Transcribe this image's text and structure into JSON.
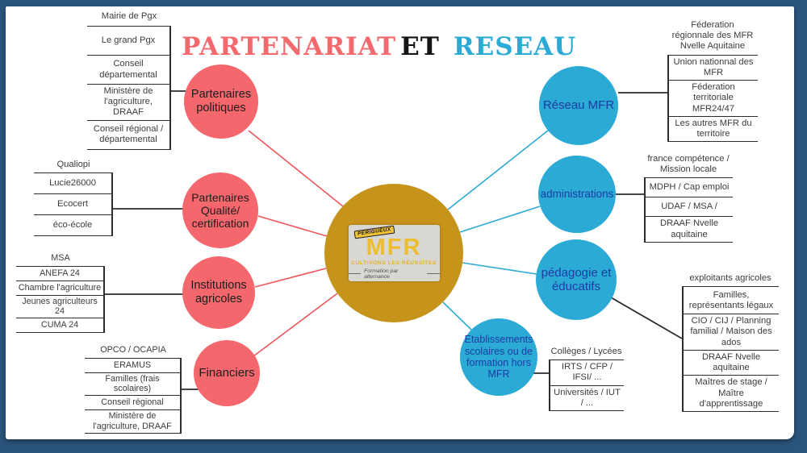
{
  "title": {
    "word1": "PARTENARIAT",
    "word2": "ET",
    "word3": "RESEAU",
    "word1_color": "#f4696e",
    "word2_color": "#141414",
    "word3_color": "#2baad5"
  },
  "center": {
    "badge": "PERIGUEUX",
    "brand": "MFR",
    "slogan": "CULTIVONS LES RÉUSSITES",
    "tagline": "Formation par alternance"
  },
  "colors": {
    "frame": "#2a547b",
    "pink_node": "#f4686d",
    "blue_node": "#2baad5",
    "blue_node_text": "#1c3da5",
    "center_gold": "#c6931b",
    "pink_line": "#f0575c",
    "blue_line": "#2baad5",
    "black_line": "#2b2b2b"
  },
  "left_nodes": [
    {
      "circle": "Partenaires politiques",
      "header": "Mairie de Pgx",
      "items": [
        "Le grand Pgx",
        "Conseil départemental",
        "Ministère de l'agriculture, DRAAF",
        "Conseil régional / départemental"
      ]
    },
    {
      "circle": "Partenaires Qualité/ certification",
      "header": "Qualiopi",
      "items": [
        "Lucie26000",
        "Ecocert",
        "éco-école"
      ]
    },
    {
      "circle": "Institutions agricoles",
      "header": "MSA",
      "items": [
        "ANEFA 24",
        "Chambre l'agriculture",
        "Jeunes agriculteurs 24",
        "CUMA 24"
      ]
    },
    {
      "circle": "Financiers",
      "header": "OPCO / OCAPIA",
      "items": [
        "ERAMUS",
        "Familles (frais scolaires)",
        "Conseil régional",
        "Ministère de l'agriculture, DRAAF"
      ]
    }
  ],
  "right_nodes": [
    {
      "circle": "Réseau MFR",
      "header": "Féderation régionnale des MFR Nvelle Aquitaine",
      "items": [
        "Union nationnal des MFR",
        "Féderation territoriale MFR24/47",
        "Les autres MFR du territoire"
      ]
    },
    {
      "circle": "administrations",
      "header": "france compétence / Mission locale",
      "items": [
        "MDPH / Cap emploi",
        "UDAF / MSA /",
        "DRAAF Nvelle aquitaine"
      ]
    },
    {
      "circle": "pédagogie et éducatifs",
      "header": "exploitants agricoles",
      "items": [
        "Familles, représentants légaux",
        "CIO / CIJ / Planning familial / Maison des ados",
        "DRAAF Nvelle aquitaine",
        "Maîtres de stage / Maître d'apprentissage"
      ]
    },
    {
      "circle": "Etablissements scolaires ou de formation hors MFR",
      "header": "Collèges / Lycées",
      "items": [
        "IRTS / CFP / IFSI/ ...",
        "Universités / IUT / ..."
      ]
    }
  ]
}
